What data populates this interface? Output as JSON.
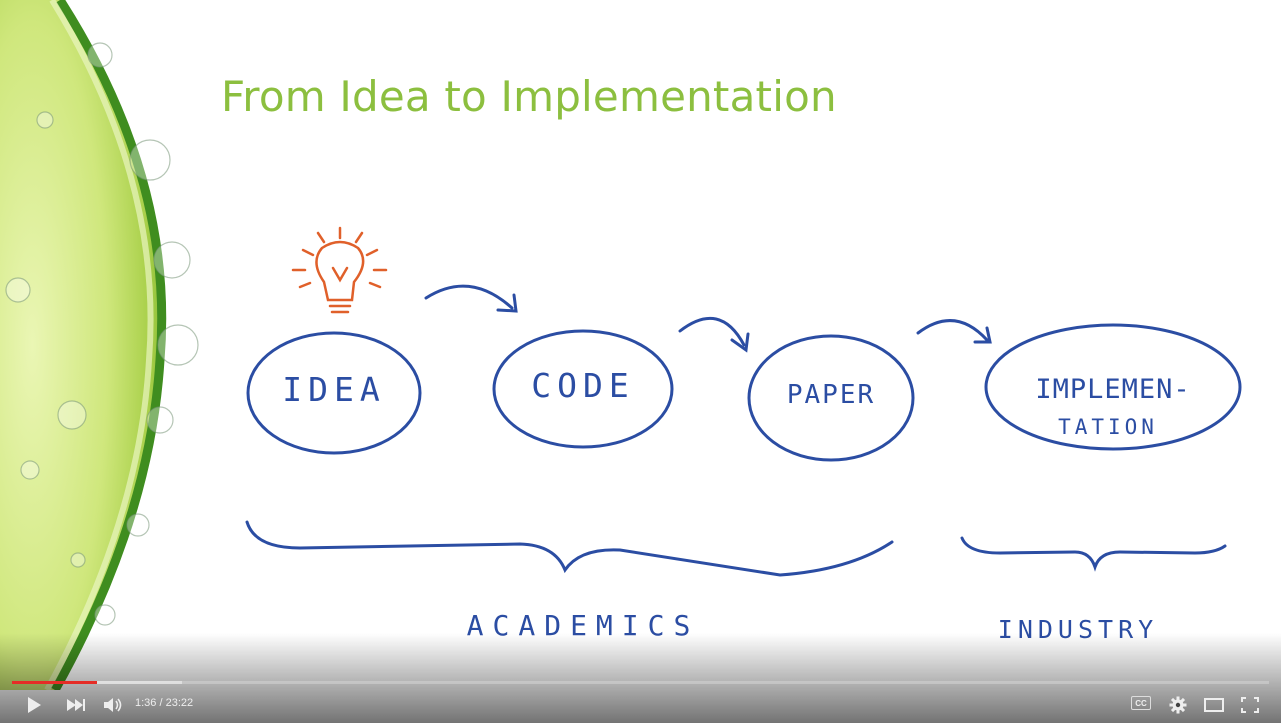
{
  "slide": {
    "title": "From Idea to Implementation",
    "stages": [
      "IDEA",
      "CODE",
      "PAPER",
      "IMPLEMEN-",
      "TATION"
    ],
    "groups": [
      "ACADEMICS",
      "INDUSTRY"
    ],
    "colors": {
      "title": "#8cbf3f",
      "ink": "#2b4da3",
      "bulb": "#e0602a"
    }
  },
  "player": {
    "current_time": "1:36",
    "duration": "23:22",
    "time_display": "1:36 / 23:22",
    "cc_label": "CC",
    "progress_played_fraction": 0.068,
    "progress_color": "#e52d27",
    "icons": [
      "play-icon",
      "next-icon",
      "volume-icon",
      "captions-icon",
      "settings-icon",
      "theater-mode-icon",
      "fullscreen-icon"
    ]
  }
}
